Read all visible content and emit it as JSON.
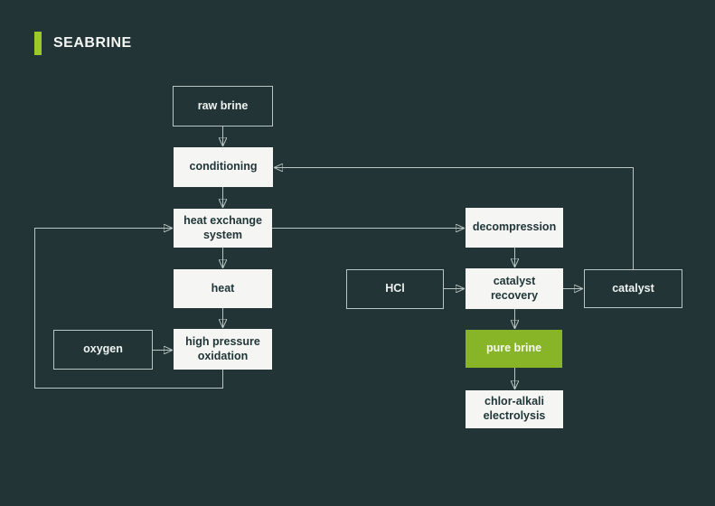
{
  "title": "SEABRINE",
  "colors": {
    "background": "#223435",
    "accent_green": "#9cc829",
    "node_green": "#88b427",
    "node_white": "#f5f6f3",
    "outline": "#b9c6c3",
    "line": "#b9c6c3",
    "arrowhead": "#edf2ef",
    "text_dark": "#213638",
    "text_light": "#eef3f1"
  },
  "diagram": {
    "nodes": {
      "raw_brine": {
        "label": "raw brine",
        "style": "outlined"
      },
      "conditioning": {
        "label": "conditioning",
        "style": "filled"
      },
      "heat_exchange_system": {
        "label": "heat exchange system",
        "style": "filled"
      },
      "heat": {
        "label": "heat",
        "style": "filled"
      },
      "oxygen": {
        "label": "oxygen",
        "style": "outlined"
      },
      "high_pressure_oxidation": {
        "label": "high pressure oxidation",
        "style": "filled"
      },
      "decompression": {
        "label": "decompression",
        "style": "filled"
      },
      "hcl": {
        "label": "HCl",
        "style": "outlined"
      },
      "catalyst_recovery": {
        "label": "catalyst recovery",
        "style": "filled"
      },
      "catalyst": {
        "label": "catalyst",
        "style": "outlined"
      },
      "pure_brine": {
        "label": "pure brine",
        "style": "green"
      },
      "chlor_alkali_electrolysis": {
        "label": "chlor-alkali electrolysis",
        "style": "filled"
      }
    },
    "edges": [
      {
        "from": "raw_brine",
        "to": "conditioning"
      },
      {
        "from": "conditioning",
        "to": "heat_exchange_system"
      },
      {
        "from": "heat_exchange_system",
        "to": "heat"
      },
      {
        "from": "heat",
        "to": "high_pressure_oxidation"
      },
      {
        "from": "oxygen",
        "to": "high_pressure_oxidation"
      },
      {
        "from": "high_pressure_oxidation",
        "to": "heat_exchange_system",
        "note": "loop back around left side"
      },
      {
        "from": "heat_exchange_system",
        "to": "decompression"
      },
      {
        "from": "decompression",
        "to": "catalyst_recovery"
      },
      {
        "from": "hcl",
        "to": "catalyst_recovery"
      },
      {
        "from": "catalyst_recovery",
        "to": "catalyst"
      },
      {
        "from": "catalyst",
        "to": "conditioning",
        "note": "recycle loop across top"
      },
      {
        "from": "catalyst_recovery",
        "to": "pure_brine"
      },
      {
        "from": "pure_brine",
        "to": "chlor_alkali_electrolysis"
      }
    ]
  }
}
